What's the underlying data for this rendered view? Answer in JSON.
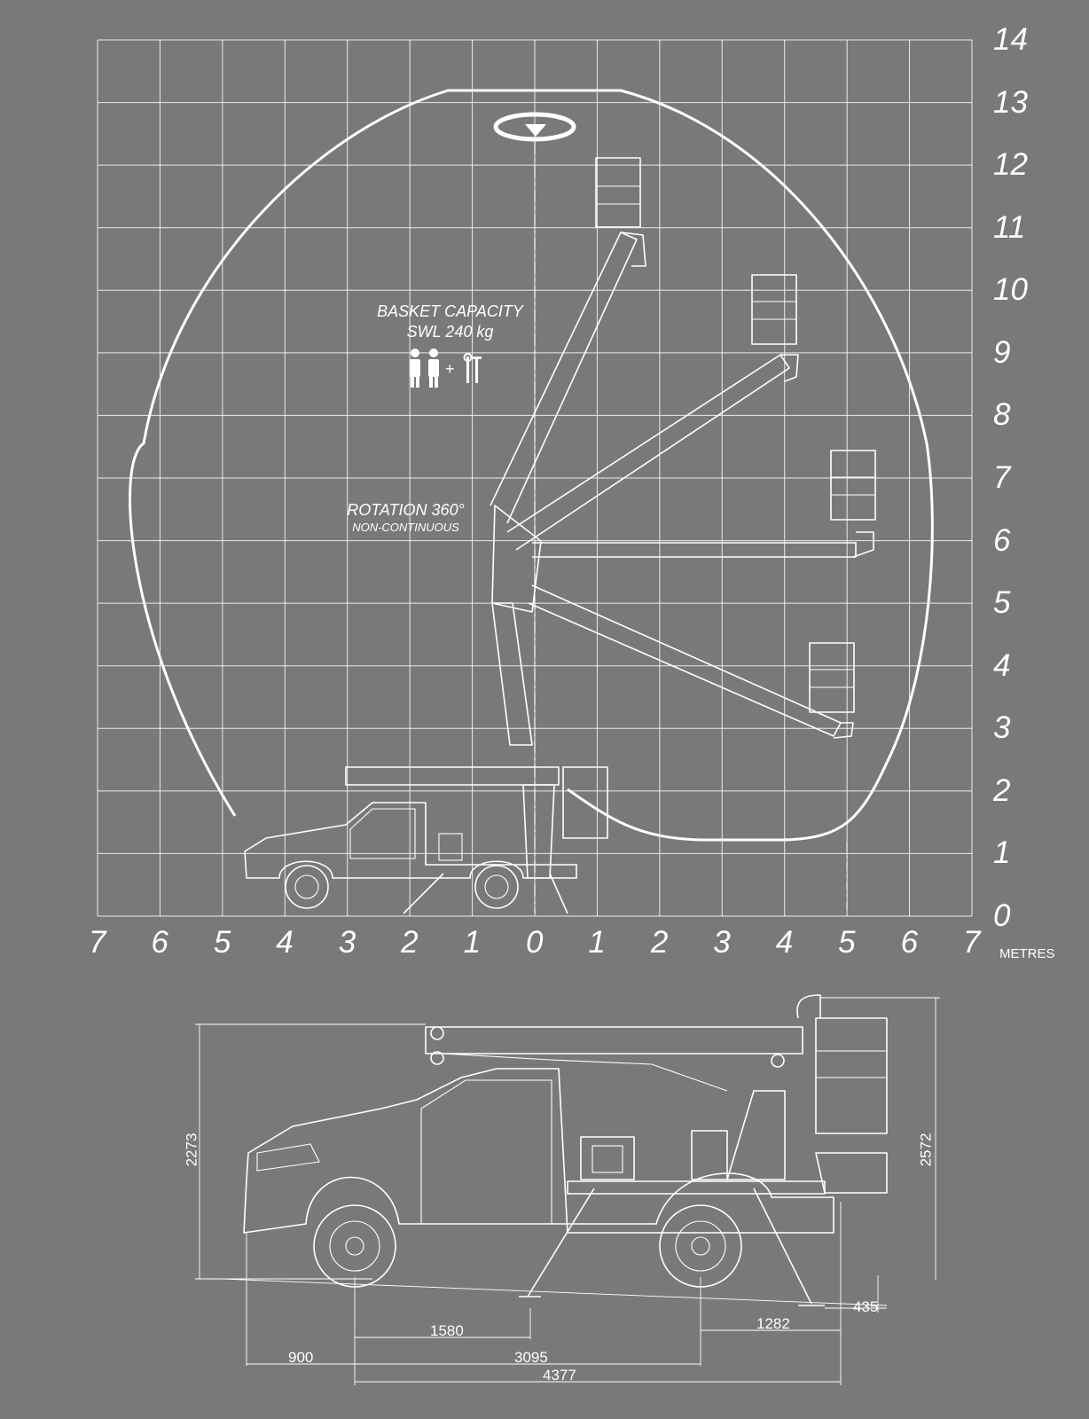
{
  "reach_diagram": {
    "y_axis_ticks": [
      "0",
      "1",
      "2",
      "3",
      "4",
      "5",
      "6",
      "7",
      "8",
      "9",
      "10",
      "11",
      "12",
      "13",
      "14"
    ],
    "x_axis_ticks_left": [
      "7",
      "6",
      "5",
      "4",
      "3",
      "2",
      "1"
    ],
    "x_axis_ticks_right": [
      "0",
      "1",
      "2",
      "3",
      "4",
      "5",
      "6",
      "7"
    ],
    "units": "METRES",
    "basket_capacity_title": "BASKET CAPACITY",
    "basket_capacity_swl": "SWL 240 kg",
    "rotation_title": "ROTATION 360°",
    "rotation_subtitle": "NON-CONTINUOUS",
    "capacity_icon": "two-persons-plus-tools-icon",
    "rotation_icon": "rotation-arrows-icon"
  },
  "dimensions": {
    "overall_height": "2273",
    "platform_height": "2572",
    "ground_clearance": "435",
    "front_overhang": "900",
    "outrigger_front_offset": "1580",
    "wheelbase": "3095",
    "rear_overhang": "1282",
    "overall_length": "4377"
  },
  "colors": {
    "background": "#7b787b",
    "lines": "#ffffff"
  }
}
